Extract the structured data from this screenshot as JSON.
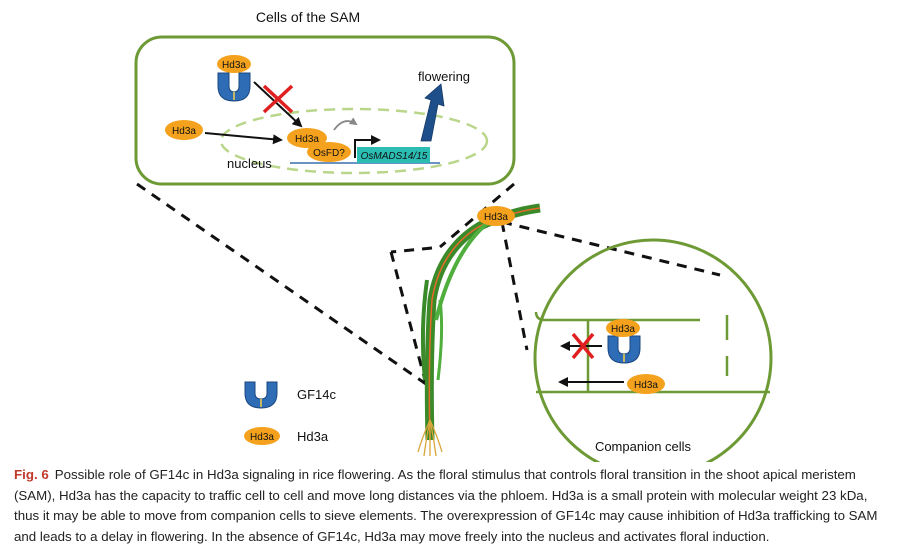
{
  "diagram": {
    "sam_title": "Cells of the SAM",
    "protein_label": "Hd3a",
    "flowering_label": "flowering",
    "nucleus_label": "nucleus",
    "osfd_label": "OsFD?",
    "gene_label": "OsMADS14/15",
    "companion_title": "Companion cells",
    "legend": [
      {
        "label": "GF14c"
      },
      {
        "label": "Hd3a"
      }
    ],
    "colors": {
      "hd3a_orange": "#f4a21d",
      "gf14c_blue": "#2e6db5",
      "cell_green": "#6d9a35",
      "gene_teal": "#2bbcb3",
      "inhibit_red": "#e02020",
      "arrow_blue": "#1f4f8a"
    }
  },
  "caption": {
    "label": "Fig. 6",
    "text": "Possible role of GF14c in Hd3a signaling in rice flowering. As the floral stimulus that controls floral transition in the shoot apical meristem (SAM), Hd3a has the capacity to traffic cell to cell and move long distances via the phloem. Hd3a is a small protein with molecular weight 23 kDa, thus it may be able to move from companion cells to sieve elements. The overexpression of GF14c may cause inhibition of Hd3a trafficking to SAM and leads to a delay in flowering. In the absence of GF14c, Hd3a may move freely into the nucleus and activates floral induction."
  }
}
